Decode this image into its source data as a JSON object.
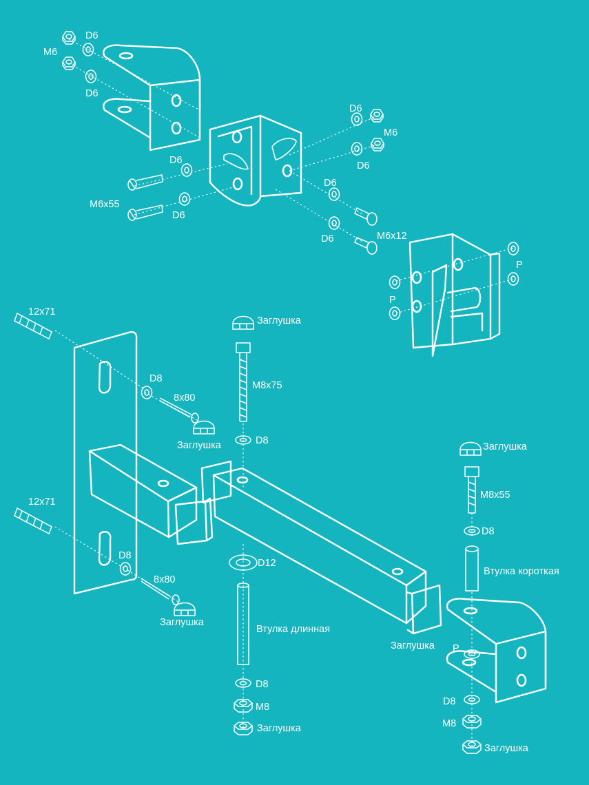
{
  "colors": {
    "background": "#15b5bf",
    "line": "#ffffff"
  },
  "labels": {
    "nut_m6": "M6",
    "washer_d6": "D6",
    "screw_m6x55": "M6x55",
    "screw_m6x12": "M6x12",
    "washer_p": "P",
    "dowel_12x71": "12x71",
    "washer_d8": "D8",
    "screw_8x80": "8x80",
    "cap": "Заглушка",
    "bolt_m8x75": "M8x75",
    "washer_d12": "D12",
    "sleeve_long": "Втулка длинная",
    "nut_m8": "M8",
    "bolt_m8x55": "M8x55",
    "sleeve_short": "Втулка короткая"
  }
}
